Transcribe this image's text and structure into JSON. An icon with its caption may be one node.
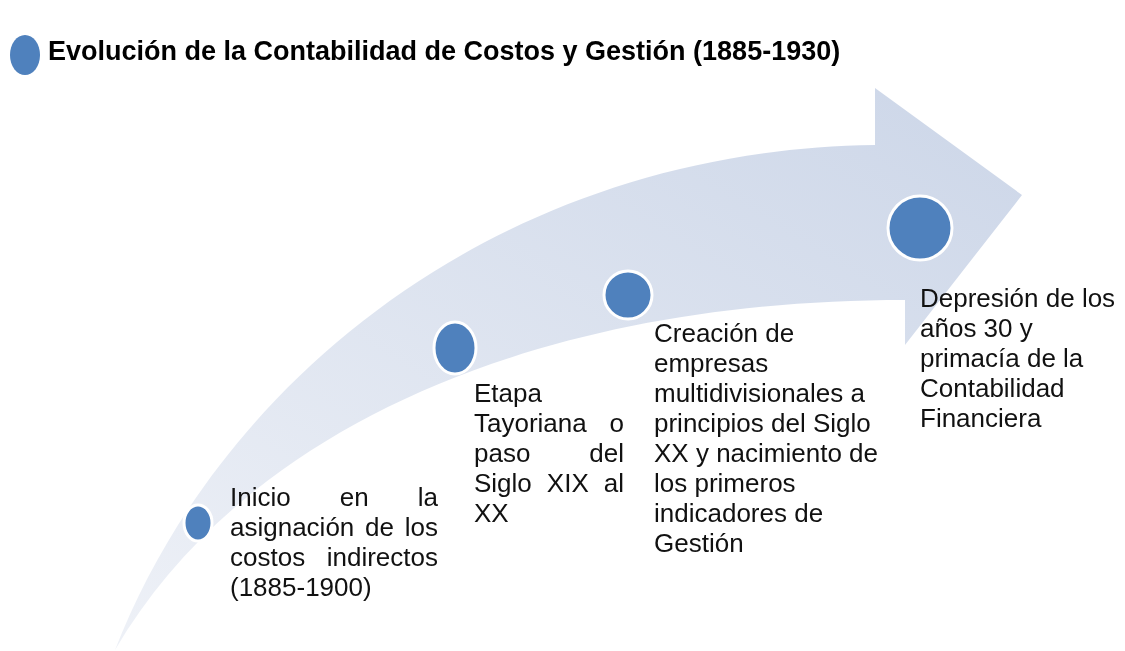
{
  "diagram": {
    "title": "Evolución de la Contabilidad de Costos y Gestión (1885-1930)",
    "nodes": [
      {
        "text": [],
        "shape": "circle",
        "beside": [
          "Inicio en la asignación de los costos indirectos (1885-1900)"
        ]
      },
      {
        "text": [],
        "shape": "circle",
        "beside": [
          "Etapa Tayoriana o paso del Siglo XIX al XX"
        ]
      },
      {
        "text": [],
        "shape": "circle",
        "beside": [
          "Creación de empresas multidivisionales a principios del Siglo XX y nacimiento de los primeros indicadores de Gestión"
        ]
      },
      {
        "text": [],
        "shape": "circle",
        "beside": [
          "Depresión de los años 30 y primacía de la Contabilidad Financiera"
        ]
      }
    ]
  }
}
